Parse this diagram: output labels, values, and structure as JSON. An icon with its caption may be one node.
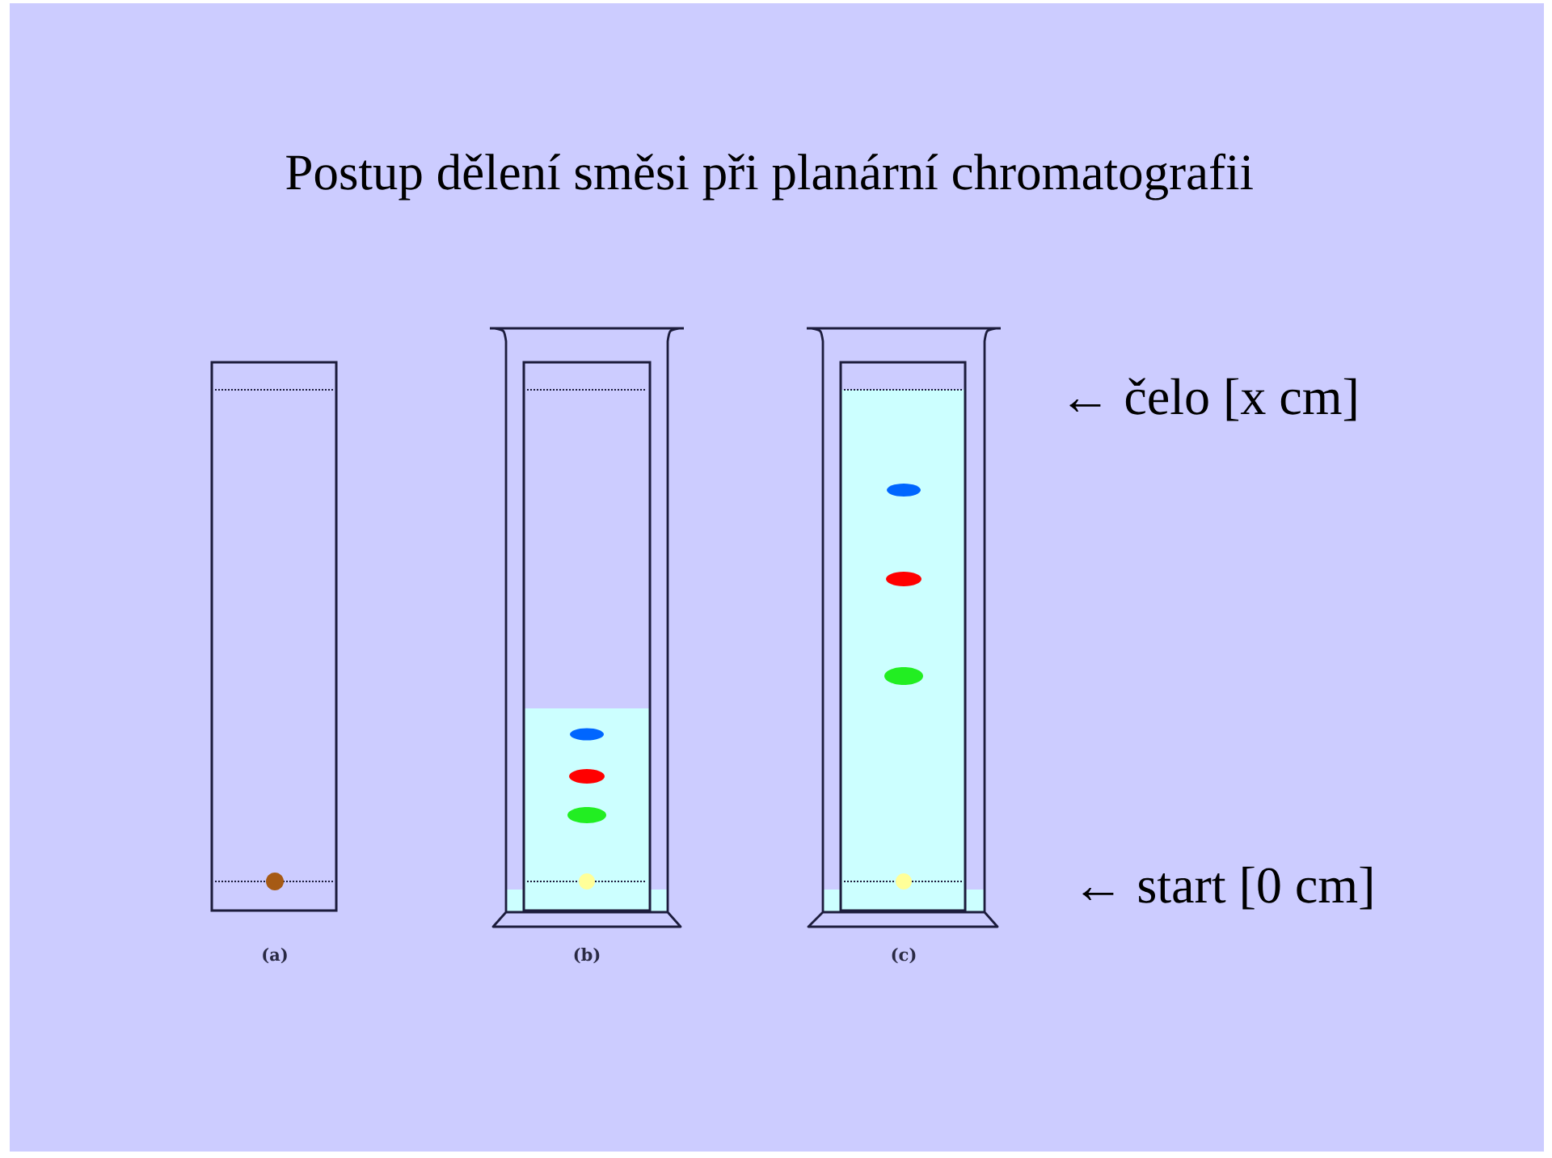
{
  "diagram": {
    "title": "Postup dělení směsi při planární chromatografii",
    "labels": [
      "← čelo [x cm]",
      "← start [0 cm]",
      "(a)",
      "(b)",
      "(c)"
    ]
  }
}
